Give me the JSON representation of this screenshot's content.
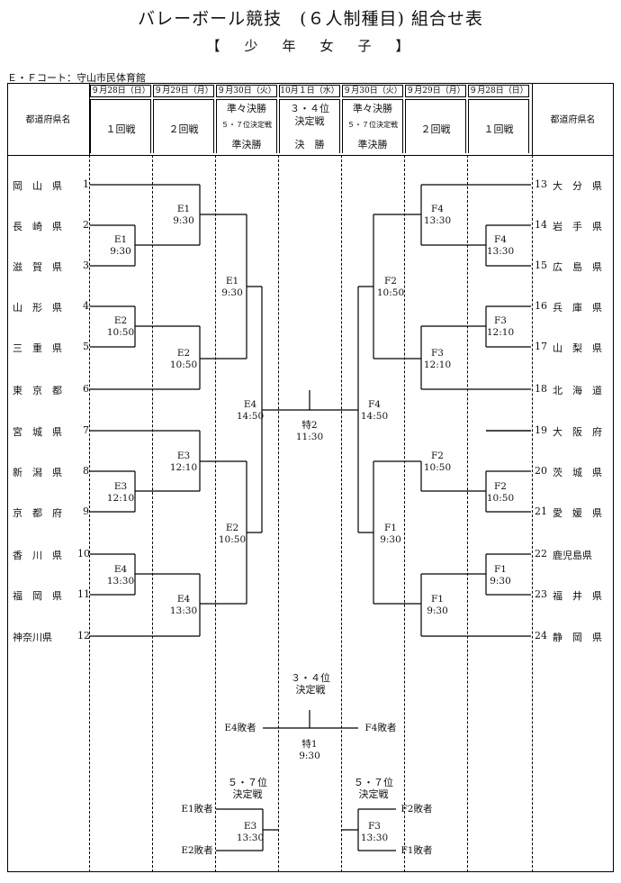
{
  "header": {
    "title": "バレーボール競技　(６人制種目) 組合せ表",
    "subtitle": "【　少　年　女　子　】",
    "venue": "Ｅ・Ｆコート：守山市民体育館"
  },
  "columns": {
    "pref_label": "都道府県名",
    "dates_left": [
      "９月28日（日）",
      "９月29日（月）",
      "９月30日（火）"
    ],
    "date_center": "10月１日（水）",
    "dates_right": [
      "９月30日（火）",
      "９月29日（月）",
      "９月28日（日）"
    ],
    "r1": "１回戦",
    "r2": "２回戦",
    "semi_top": "準々決勝",
    "semi_sub": "５・７位決定戦",
    "semi": "準決勝",
    "center_top": "３・４位",
    "center_mid": "決定戦",
    "final": "決　勝"
  },
  "teams_left": [
    {
      "name": "岡　山　県",
      "no": "1"
    },
    {
      "name": "長　崎　県",
      "no": "2"
    },
    {
      "name": "滋　賀　県",
      "no": "3"
    },
    {
      "name": "山　形　県",
      "no": "4"
    },
    {
      "name": "三　重　県",
      "no": "5"
    },
    {
      "name": "東　京　都",
      "no": "6"
    },
    {
      "name": "宮　城　県",
      "no": "7"
    },
    {
      "name": "新　潟　県",
      "no": "8"
    },
    {
      "name": "京　都　府",
      "no": "9"
    },
    {
      "name": "香　川　県",
      "no": "10"
    },
    {
      "name": "福　岡　県",
      "no": "11"
    },
    {
      "name": "神奈川県",
      "no": "12"
    }
  ],
  "teams_right": [
    {
      "no": "13",
      "name": "大　分　県"
    },
    {
      "no": "14",
      "name": "岩　手　県"
    },
    {
      "no": "15",
      "name": "広　島　県"
    },
    {
      "no": "16",
      "name": "兵　庫　県"
    },
    {
      "no": "17",
      "name": "山　梨　県"
    },
    {
      "no": "18",
      "name": "北　海　道"
    },
    {
      "no": "19",
      "name": "大　阪　府"
    },
    {
      "no": "20",
      "name": "茨　城　県"
    },
    {
      "no": "21",
      "name": "愛　媛　県"
    },
    {
      "no": "22",
      "name": "鹿児島県"
    },
    {
      "no": "23",
      "name": "福　井　県"
    },
    {
      "no": "24",
      "name": "静　岡　県"
    }
  ],
  "matches": {
    "l_r1_a": {
      "court": "E1",
      "time": "9:30"
    },
    "l_r1_b": {
      "court": "E2",
      "time": "10:50"
    },
    "l_r1_c": {
      "court": "E3",
      "time": "12:10"
    },
    "l_r1_d": {
      "court": "E4",
      "time": "13:30"
    },
    "l_r2_a": {
      "court": "E1",
      "time": "9:30"
    },
    "l_r2_b": {
      "court": "E2",
      "time": "10:50"
    },
    "l_r2_c": {
      "court": "E3",
      "time": "12:10"
    },
    "l_r2_d": {
      "court": "E4",
      "time": "13:30"
    },
    "l_qf_a": {
      "court": "E1",
      "time": "9:30"
    },
    "l_qf_b": {
      "court": "E2",
      "time": "10:50"
    },
    "l_sf": {
      "court": "E4",
      "time": "14:50"
    },
    "r_r1_a": {
      "court": "F4",
      "time": "13:30"
    },
    "r_r1_b": {
      "court": "F3",
      "time": "12:10"
    },
    "r_r1_c": {
      "court": "F2",
      "time": "10:50"
    },
    "r_r1_d": {
      "court": "F1",
      "time": "9:30"
    },
    "r_r2_a": {
      "court": "F4",
      "time": "13:30"
    },
    "r_r2_b": {
      "court": "F3",
      "time": "12:10"
    },
    "r_r2_c": {
      "court": "F2",
      "time": "10:50"
    },
    "r_r2_d": {
      "court": "F1",
      "time": "9:30"
    },
    "r_qf_a": {
      "court": "F2",
      "time": "10:50"
    },
    "r_qf_b": {
      "court": "F1",
      "time": "9:30"
    },
    "r_sf": {
      "court": "F4",
      "time": "14:50"
    },
    "final": {
      "court": "特2",
      "time": "11:30"
    }
  },
  "third_place": {
    "title1": "３・４位",
    "title2": "決定戦",
    "left": "E4敗者",
    "right": "F4敗者",
    "court": "特1",
    "time": "9:30"
  },
  "fifth_left": {
    "title1": "５・７位",
    "title2": "決定戦",
    "top": "E1敗者",
    "bottom": "E2敗者",
    "court": "E3",
    "time": "13:30"
  },
  "fifth_right": {
    "title1": "５・７位",
    "title2": "決定戦",
    "top": "F2敗者",
    "bottom": "F1敗者",
    "court": "F3",
    "time": "13:30"
  }
}
